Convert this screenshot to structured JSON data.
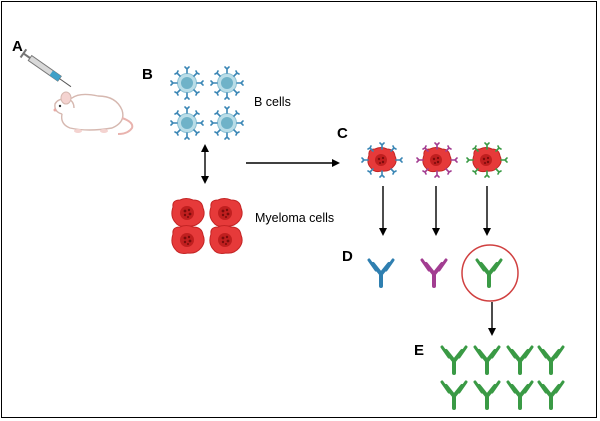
{
  "panels": {
    "a": "A",
    "b": "B",
    "c": "C",
    "d": "D",
    "e": "E"
  },
  "captions": {
    "b_cells": "B cells",
    "myeloma_cells": "Myeloma cells"
  },
  "colors": {
    "b_cell_body": "#b9dde8",
    "b_cell_nucleus": "#6fb2c8",
    "receptor_blue": "#3a86b5",
    "myeloma_red": "#e63a3a",
    "myeloma_dark": "#a81818",
    "antibody_blue": "#2f7fb0",
    "antibody_magenta": "#a23d91",
    "antibody_green": "#3a9a45",
    "highlight_circle": "#d04040"
  },
  "icons": [
    "mouse-with-syringe",
    "b-cell",
    "myeloma-cell",
    "hybridoma-cell",
    "antibody"
  ]
}
